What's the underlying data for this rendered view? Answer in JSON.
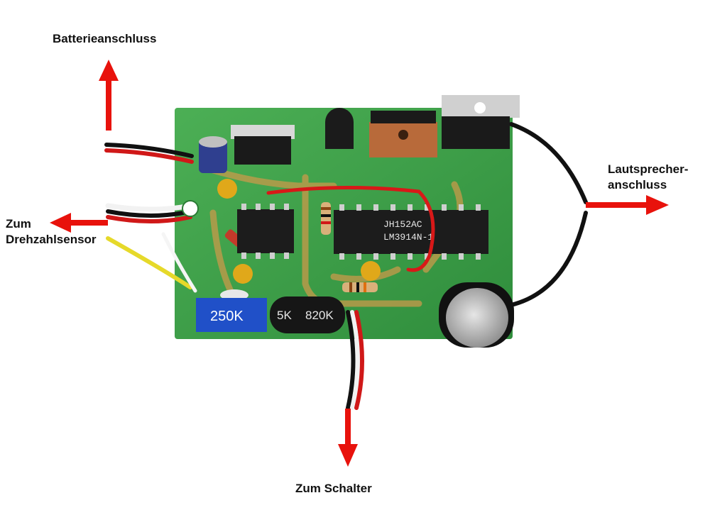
{
  "labels": {
    "battery": "Batterieanschluss",
    "tacho_line1": "Zum",
    "tacho_line2": "Drehzahlsensor",
    "speaker_line1": "Lautsprecher-",
    "speaker_line2": "anschluss",
    "switch": "Zum Schalter"
  },
  "components": {
    "ic_driver_line1": "JH152AC",
    "ic_driver_line2": "LM3914N-1",
    "trimmer_value": "250K",
    "capacitor_text_1": "5K",
    "capacitor_text_2": "820K"
  },
  "colors": {
    "arrow": "#e8120c",
    "pcb": "#3fa64a",
    "trimmer": "#2050c8"
  }
}
